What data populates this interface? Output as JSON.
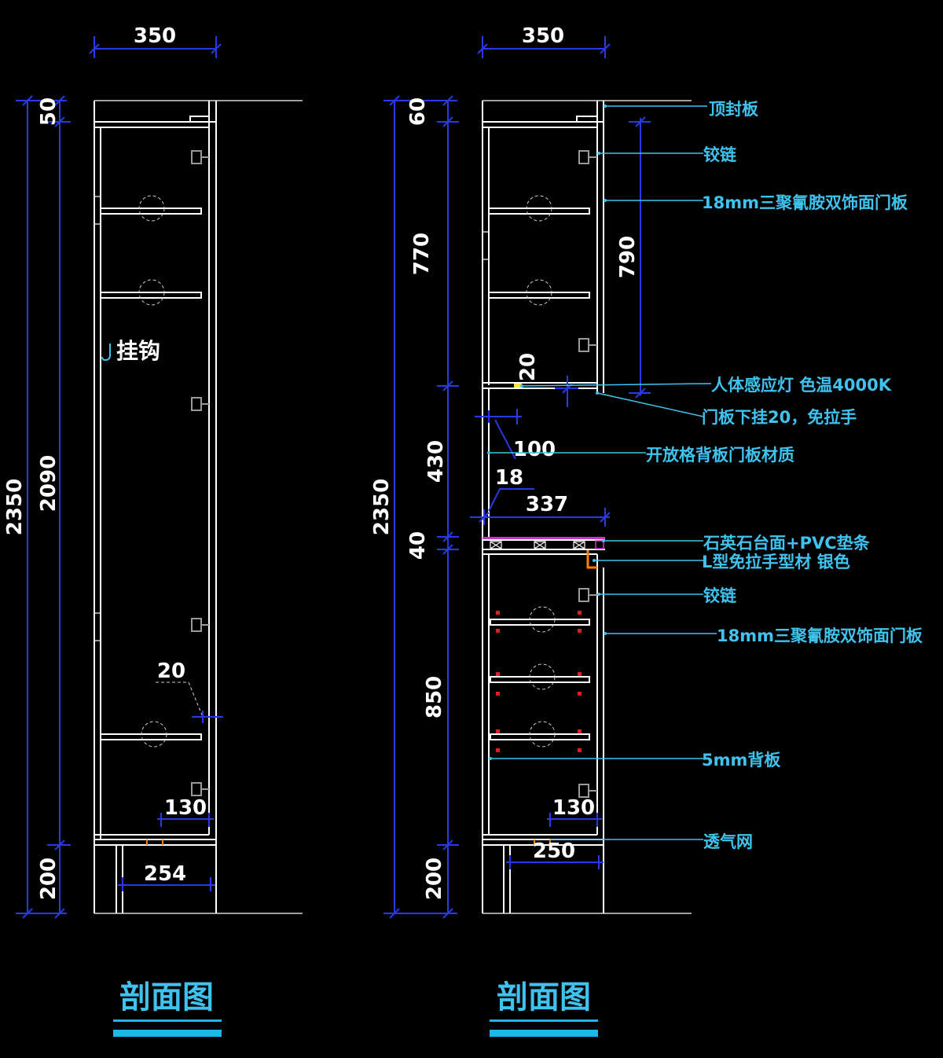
{
  "left_view": {
    "title": "剖面图",
    "hook_label": "挂钩",
    "dims": {
      "width": "350",
      "top": "50",
      "overall": "2350",
      "inner": "2090",
      "base": "200",
      "door_gap": "20",
      "shelf_depth": "130",
      "plinth_depth": "254"
    }
  },
  "right_view": {
    "title": "剖面图",
    "dims": {
      "width": "350",
      "top": "60",
      "upper": "770",
      "door_height": "790",
      "gap": "20",
      "open": "430",
      "back_offset": "100",
      "panel_thk": "18",
      "counter_depth": "337",
      "counter_thk": "40",
      "lower": "850",
      "shelf_depth": "130",
      "plinth_depth": "250",
      "base": "200",
      "overall": "2350"
    },
    "callouts": {
      "top_panel": "顶封板",
      "hinge_1": "铰链",
      "door_1": "18mm三聚氰胺双饰面门板",
      "light": "人体感应灯  色温4000K",
      "door_drop": "门板下挂20，免拉手",
      "open_back": "开放格背板门板材质",
      "counter": "石英石台面+PVC垫条",
      "handle": "L型免拉手型材 银色",
      "hinge_2": "铰链",
      "door_2": "18mm三聚氰胺双饰面门板",
      "back_panel": "5mm背板",
      "vent": "透气网"
    }
  },
  "colors": {
    "background": "#000000",
    "line": "#ffffff",
    "dimension": "#2a39e6",
    "callout": "#3fc3ee",
    "title_bar": "#1fb5ec"
  }
}
